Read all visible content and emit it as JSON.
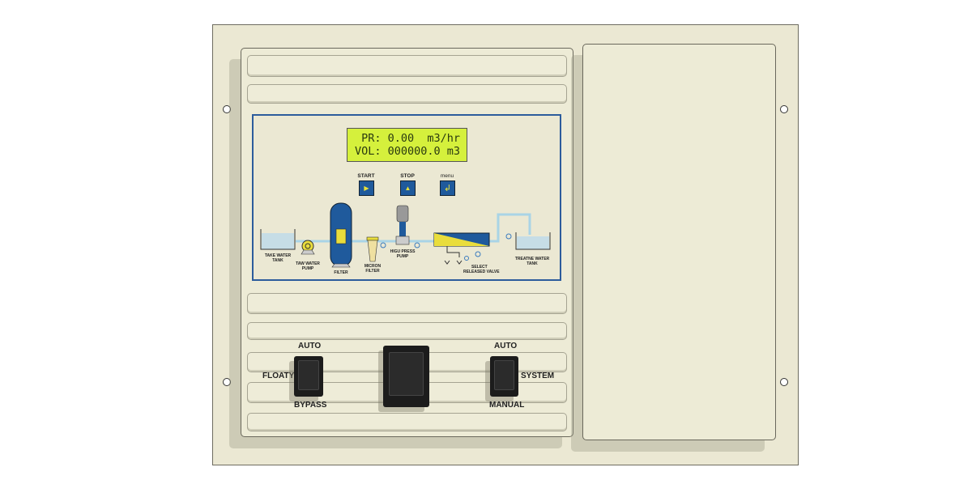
{
  "display": {
    "line1": "PR: 0.00  m3/hr",
    "line2": "VOL: 000000.0 m3",
    "color": "#d5f03c"
  },
  "buttons": [
    {
      "label": "START",
      "icon": "play-icon",
      "glyph": "▶"
    },
    {
      "label": "STOP",
      "icon": "triangle-up-icon",
      "glyph": "▲"
    },
    {
      "label": "menu",
      "icon": "enter-icon",
      "glyph": "↲"
    }
  ],
  "diagram": {
    "take_tank": [
      "TAKE WATER",
      "TANK"
    ],
    "raw_pump": [
      "TAW WATER",
      "PUMP"
    ],
    "filter": "FILTER",
    "micron": [
      "MICRON",
      "FILTER"
    ],
    "hp_pump": [
      "HIGU PRESS",
      "PUMP"
    ],
    "valve": [
      "SELECT",
      "RELEASED VALVE"
    ],
    "treated_tank": [
      "TREATNE WATER",
      "TANK"
    ],
    "pipe_color": "#a9d4e6",
    "vessel_color": "#1f5a9c"
  },
  "switches": {
    "left": {
      "top": "AUTO",
      "side": "FLOATY",
      "bottom": "BYPASS"
    },
    "right": {
      "top": "AUTO",
      "side": "SYSTEM",
      "bottom": "MANUAL"
    }
  }
}
